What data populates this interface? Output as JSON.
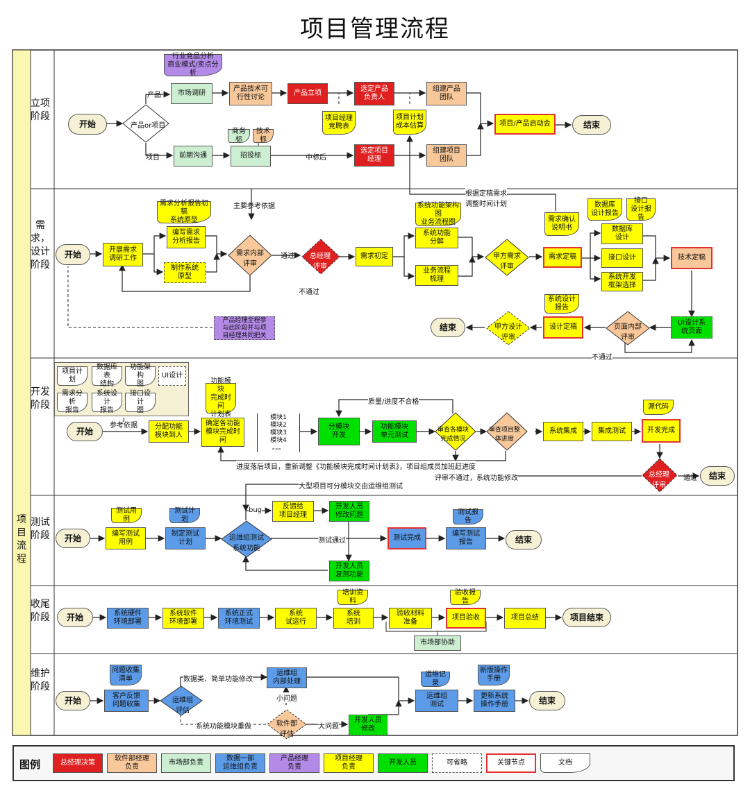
{
  "title": "项目管理流程",
  "side_label": "项目流程",
  "phases": [
    {
      "name": "立项阶段"
    },
    {
      "name": "需求，设计阶段"
    },
    {
      "name": "开发阶段"
    },
    {
      "name": "测试阶段"
    },
    {
      "name": "收尾阶段"
    },
    {
      "name": "维护阶段"
    }
  ],
  "initiation": {
    "start": "开始",
    "decision": "产品or项目",
    "branch_product": "产品",
    "branch_project": "项目",
    "doc_industry": "行业竞品分析\n商业模式/卖点分析",
    "market_research": "市场调研",
    "feasibility": "产品技术可\n行性讨论",
    "product_approval": "产品立项",
    "select_owner": "选定产品\n负责人",
    "build_product_team": "组建产品\n团队",
    "preliminary": "前期沟通",
    "doc_business_bid": "商务标",
    "doc_tech_bid": "技术标",
    "bidding": "招投标",
    "won_bid": "中标后",
    "select_pm": "选定项目\n经理",
    "build_project_team": "组建项目\n团队",
    "doc_pm_hire": "项目经理\n竞聘表",
    "doc_plan_cost": "项目计划\n成本估算",
    "kickoff": "项目/产品启动会",
    "end": "结束"
  },
  "requirements": {
    "start": "开始",
    "main_reference": "主要参考依据",
    "research": "开展需求\n调研工作",
    "doc_req_draft": "需求分析报告初稿\n系统原型",
    "write_report": "编写需求\n分析报告",
    "make_prototype": "制作系统\n原型",
    "internal_review": "需求内部\n评审",
    "pass": "通过",
    "fail": "不通过",
    "gm_review": "总经理\n评审",
    "req_draft": "需求初定",
    "doc_arch": "系统功能架构图\n业务流程图",
    "func_decompose": "系统功能\n分解",
    "process_sort": "业务流程\n梳理",
    "client_review": "甲方需求\n评审",
    "doc_confirm": "需求确认\n说明书",
    "req_final": "需求定稿",
    "replan_note": "根据定稿需求\n调整时间计划",
    "doc_db_design": "数据库\n设计报告",
    "doc_api_design": "接口\n设计报告",
    "db_design": "数据库\n设计",
    "api_design": "接口设计",
    "framework": "系统开发\n框架选择",
    "tech_final": "技术定稿",
    "ui_pages": "UI设计系\n统页面",
    "page_review": "页面内部\n评审",
    "design_final": "设计定稿",
    "doc_sys_design": "系统设计\n报告",
    "client_design_review": "甲方设计\n评审",
    "end": "结束",
    "not_pass": "不通过",
    "pm_note": "产品经理全程参\n与此阶段并与项\n目经理共同把关"
  },
  "development": {
    "docs": [
      "项目计划",
      "数据库表\n结构",
      "功能架构\n图",
      "UI设计",
      "需求分析\n报告",
      "系统设计\n报告",
      "接口设计\n图"
    ],
    "start": "开始",
    "reference": "参考依据",
    "assign": "分配功能\n模块到人",
    "doc_schedule": "功能模块\n完成时间\n计划表",
    "set_time": "确定各功能\n模块完成时\n间",
    "modules": "模块1\n模块2\n模块3\n模块4\n。。。",
    "dev": "分模块\n开发",
    "unit_test": "功能模块\n单元测试",
    "check_modules": "审查各模块\n完成情况",
    "check_progress": "审查项目整\n体进度",
    "quality_fail": "质量/进度不合格",
    "integrate": "系统集成",
    "integration_test": "集成测试",
    "doc_source": "源代码",
    "dev_done": "开发完成",
    "delay_note": "进度落后项目，重新调整《功能模块完成时间计划表》，项目组成员加班赶进度",
    "review_fail_note": "评审不通过，系统功能修改",
    "gm_review": "总经理\n评审",
    "pass": "通过",
    "end": "结束",
    "large_project_note": "大型项目可分模块交由运维组测试"
  },
  "testing": {
    "start": "开始",
    "doc_cases": "测试用例",
    "write_cases": "编写测试\n用例",
    "doc_plan": "测试计划",
    "make_plan": "制定测试\n计划",
    "ops_test": "运维组测试\n系统功能",
    "bug": "bug",
    "feedback": "反馈给\n项目经理",
    "dev_fix": "开发人员\n修改问题",
    "dev_retest": "开发人员\n复测功能",
    "test_pass": "测试通过",
    "test_done": "测试完成",
    "doc_report": "测试报告",
    "write_report": "编写测试\n报告",
    "end": "结束"
  },
  "closing": {
    "start": "开始",
    "hardware": "系统硬件\n环境部署",
    "software": "系统软件\n环境部署",
    "formal": "系统正式\n环境测试",
    "trial": "系统\n试运行",
    "doc_training": "培训资料",
    "training": "系统\n培训",
    "materials": "验收材料\n准备",
    "doc_acceptance": "验收报告",
    "acceptance": "项目验收",
    "summary": "项目总结",
    "end": "项目结束",
    "market_help": "市场部协助"
  },
  "maintenance": {
    "start": "开始",
    "doc_issues": "问题收集\n清单",
    "collect": "客户反馈\n问题收集",
    "ops_eval": "运维组\n评估",
    "data_simple": "数据类、简单功能修改",
    "ops_handle": "运维组\n内部处理",
    "small": "小问题",
    "redo": "系统功能模块重做",
    "sw_eval": "软件部\n评估",
    "big": "大问题",
    "dev_change": "开发人员\n修改",
    "doc_ops_record": "运维记录",
    "ops_test": "运维组\n测试",
    "doc_manual": "新版操作\n手册",
    "update_manual": "更新系统\n操作手册",
    "end": "结束"
  },
  "legend": {
    "title": "图例",
    "items": [
      "总经理决策",
      "软件部经理\n负责",
      "市场部负责",
      "数据一部\n运维组负责",
      "产品经理\n负责",
      "项目经理\n负责",
      "开发人员",
      "可省略",
      "关键节点",
      "文档"
    ]
  }
}
